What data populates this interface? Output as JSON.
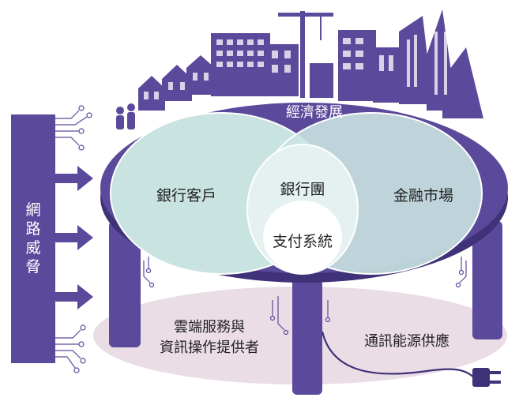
{
  "labels": {
    "economy": "經濟發展",
    "bank_clients": "銀行客戶",
    "financial_markets": "金融市場",
    "banking_group": "銀行團",
    "payment_system": "支付系統",
    "cloud_line1": "雲端服務與",
    "cloud_line2": "資訊操作提供者",
    "telecom_energy": "通訊能源供應",
    "cyber_threat": [
      "網",
      "路",
      "威",
      "脅"
    ]
  },
  "colors": {
    "purple": "#5b4a9b",
    "purple_dark": "#3f3278",
    "teal": "#c9e3e1",
    "base_pink": "#eadde6",
    "white": "#ffffff"
  }
}
